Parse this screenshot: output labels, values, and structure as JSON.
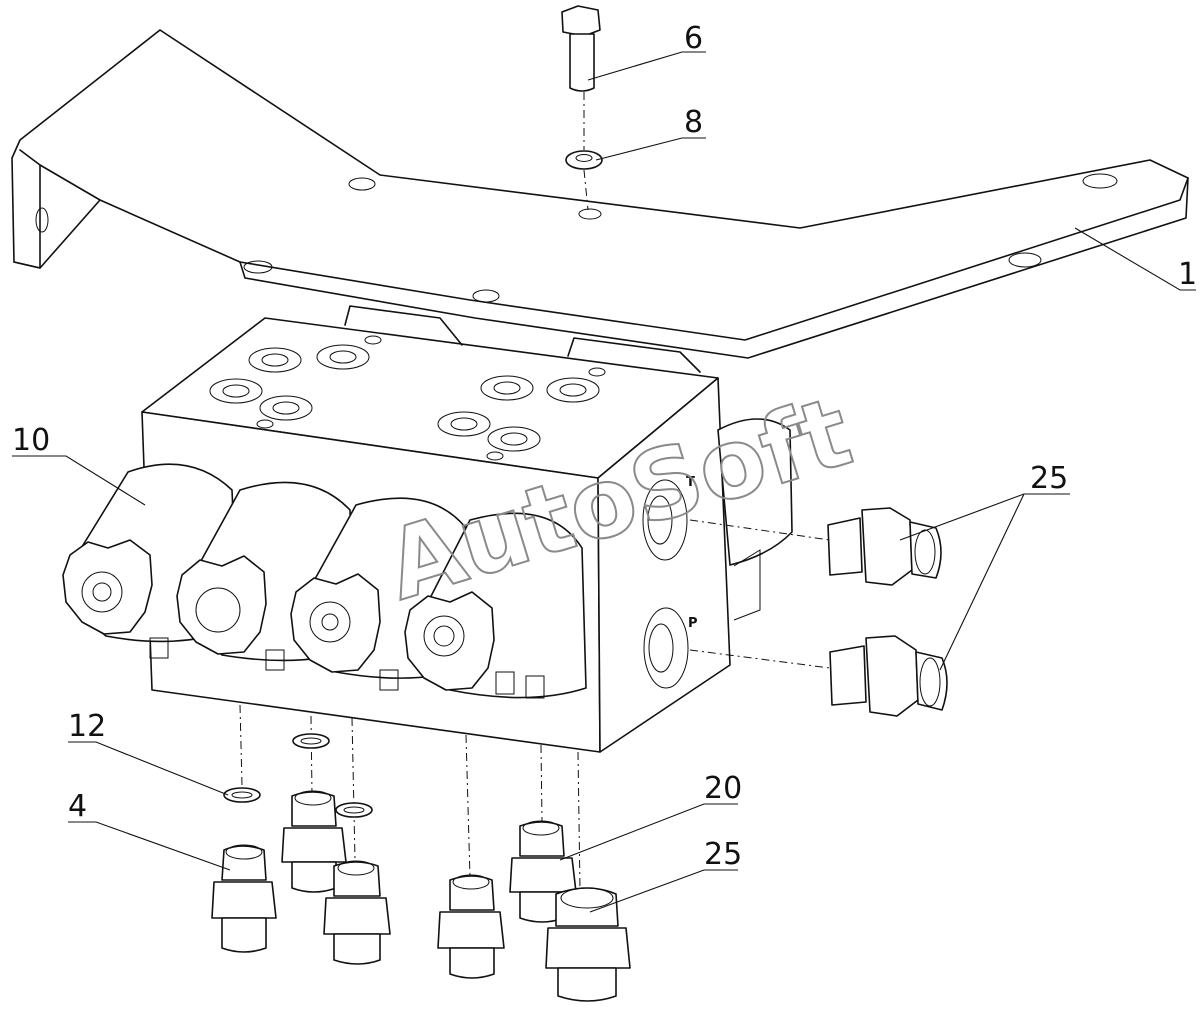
{
  "callouts": [
    {
      "id": "c6",
      "label": "6"
    },
    {
      "id": "c8",
      "label": "8"
    },
    {
      "id": "c1",
      "label": "1"
    },
    {
      "id": "c10",
      "label": "10"
    },
    {
      "id": "c25a",
      "label": "25"
    },
    {
      "id": "c12",
      "label": "12"
    },
    {
      "id": "c4",
      "label": "4"
    },
    {
      "id": "c20",
      "label": "20"
    },
    {
      "id": "c25b",
      "label": "25"
    }
  ],
  "port_labels": {
    "tank": "T",
    "pressure": "P"
  },
  "watermark": "AutoSoft"
}
